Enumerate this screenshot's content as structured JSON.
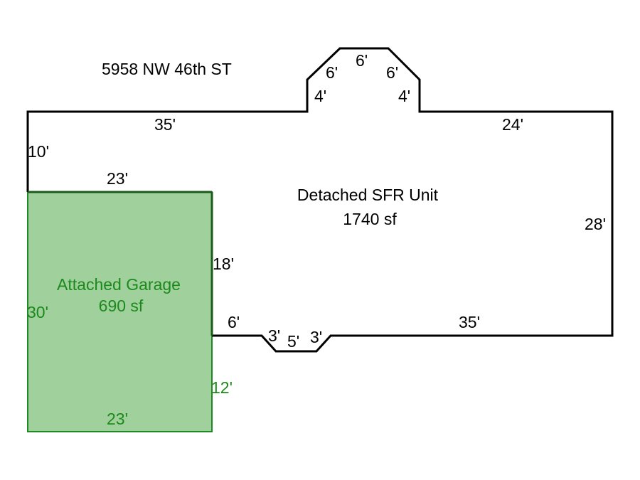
{
  "address": "5958 NW 46th ST",
  "colors": {
    "outline": "#000000",
    "garage_fill": "#a0d09c",
    "garage_stroke": "#1f8a24",
    "garage_text": "#1b8a1b"
  },
  "house": {
    "name": "Detached SFR Unit",
    "area": "1740 sf",
    "dims": {
      "bay_top": "6'",
      "bay_left_diag": "6'",
      "bay_right_diag": "6'",
      "bay_left_side": "4'",
      "bay_right_side": "4'",
      "top_left": "35'",
      "top_right": "24'",
      "left_upper": "10'",
      "garage_top": "23'",
      "right": "28'",
      "garage_shared": "18'",
      "bottom_short": "6'",
      "notch_left": "3'",
      "notch_bottom": "5'",
      "notch_right": "3'",
      "bottom_right": "35'"
    }
  },
  "garage": {
    "name": "Attached Garage",
    "area": "690 sf",
    "dims": {
      "left": "30'",
      "right_lower": "12'",
      "bottom": "23'"
    }
  }
}
